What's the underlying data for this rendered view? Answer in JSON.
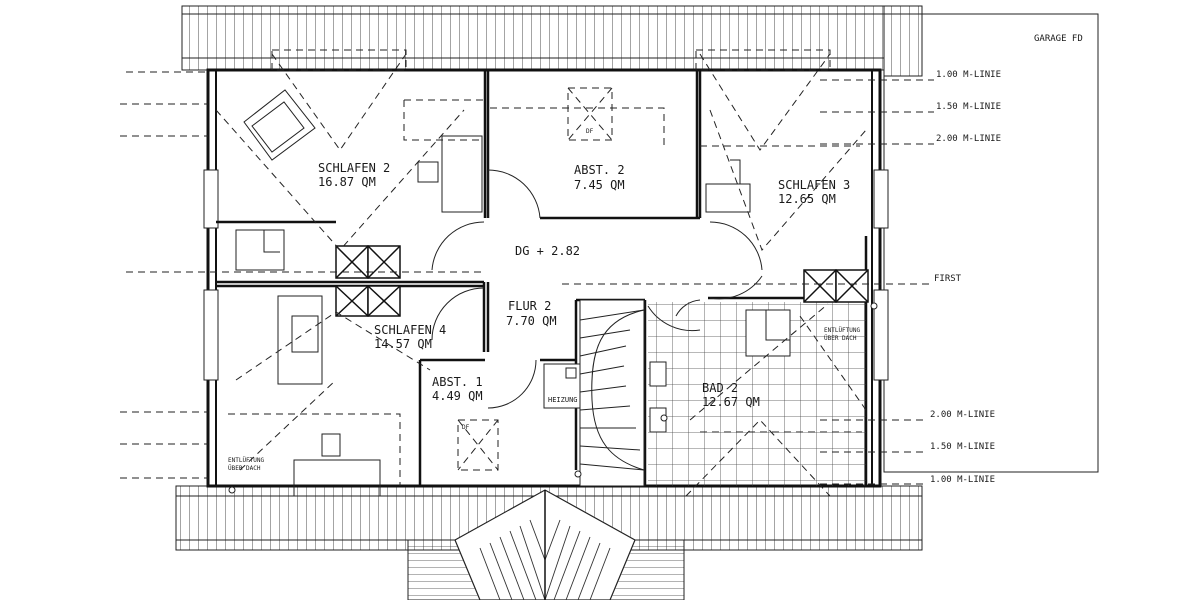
{
  "plan": {
    "garage_label": "GARAGE FD",
    "rooms": {
      "schlafen2": {
        "name": "SCHLAFEN 2",
        "area": "16.87 QM"
      },
      "abst2": {
        "name": "ABST. 2",
        "area": "7.45 QM"
      },
      "schlafen3": {
        "name": "SCHLAFEN 3",
        "area": "12.65 QM"
      },
      "dg": {
        "name": "DG + 2.82"
      },
      "flur2": {
        "name": "FLUR 2",
        "area": "7.70 QM"
      },
      "schlafen4": {
        "name": "SCHLAFEN 4",
        "area": "14.57 QM"
      },
      "abst1": {
        "name": "ABST. 1",
        "area": "4.49 QM"
      },
      "bad2": {
        "name": "BAD 2",
        "area": "12.67 QM"
      }
    },
    "heizung": "HEIZUNG",
    "df_top": "DF",
    "df_bottom": "DF",
    "first": "FIRST",
    "lines_right_top": [
      "1.00 M-LINIE",
      "1.50 M-LINIE",
      "2.00 M-LINIE"
    ],
    "lines_right_bottom": [
      "2.00 M-LINIE",
      "1.50 M-LINIE",
      "1.00 M-LINIE"
    ],
    "vent_right": [
      "ENTLÜFTUNG",
      "ÜBER DACH"
    ],
    "vent_left": [
      "ENTLÜFTUNG",
      "ÜBER DACH"
    ]
  }
}
